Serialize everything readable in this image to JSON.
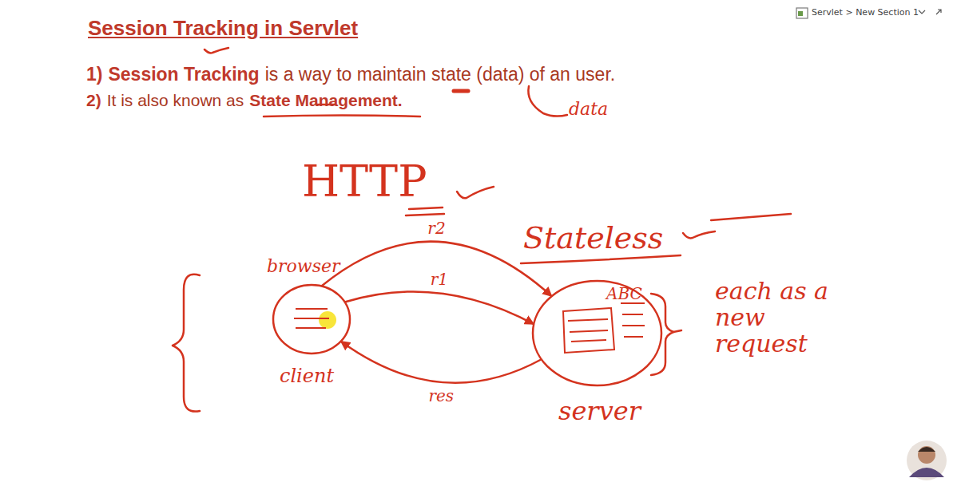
{
  "diagram": {
    "title": "Session Tracking in Servlet",
    "nodes": [
      {
        "text": [
          "browser",
          "client"
        ]
      },
      {
        "text": [
          "ABC",
          "server"
        ]
      }
    ],
    "edges": [
      {
        "from": 0,
        "to": 1,
        "label": "r1",
        "arrow": "to"
      },
      {
        "from": 0,
        "to": 1,
        "label": "r2",
        "arrow": "to"
      },
      {
        "from": 1,
        "to": 0,
        "label": "res",
        "arrow": "to"
      }
    ],
    "labels": [
      "1)",
      "Session Tracking",
      "is a way to maintain state (data) of an user.",
      "2)",
      "It is also known as",
      "State Management.",
      "data",
      "HTTP",
      "Stateless",
      "each as a new request",
      "Servlet > New Section 1"
    ]
  }
}
